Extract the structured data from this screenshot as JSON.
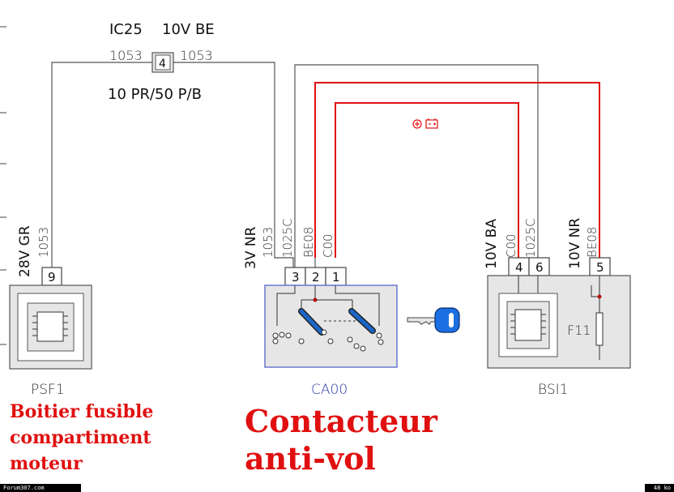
{
  "header": {
    "code_left": "IC25",
    "code_right": "10V BE",
    "splice_number": "4",
    "wire_left": "1053",
    "wire_right": "1053",
    "sheath": "10 PR/50 P/B"
  },
  "psf1": {
    "name": "PSF1",
    "connector": "28V GR",
    "wire": "1053",
    "pin": "9",
    "note_lines": [
      "Boitier fusible",
      "compartiment",
      "moteur"
    ]
  },
  "ca00": {
    "name": "CA00",
    "connector": "3V NR",
    "wires": [
      "1053",
      "1025C",
      "BE08",
      "C00"
    ],
    "pins": [
      "3",
      "2",
      "1"
    ],
    "note_lines": [
      "Contacteur",
      "anti-vol"
    ]
  },
  "bsi1": {
    "name": "BSI1",
    "connector_a": "10V BA",
    "connector_b": "10V NR",
    "wires_a": [
      "C00",
      "1025C"
    ],
    "wire_b": "BE08",
    "pins": [
      "4",
      "6",
      "5"
    ],
    "fuse": "F11"
  },
  "colors": {
    "wire_black": "#555555",
    "wire_red": "#e01010",
    "ca00_outline": "#6a78d4",
    "contact_blue": "#1a66c8",
    "key_blue": "#1c6fe0"
  },
  "footer": {
    "left": "Forum307.com",
    "right": "48 ko"
  }
}
